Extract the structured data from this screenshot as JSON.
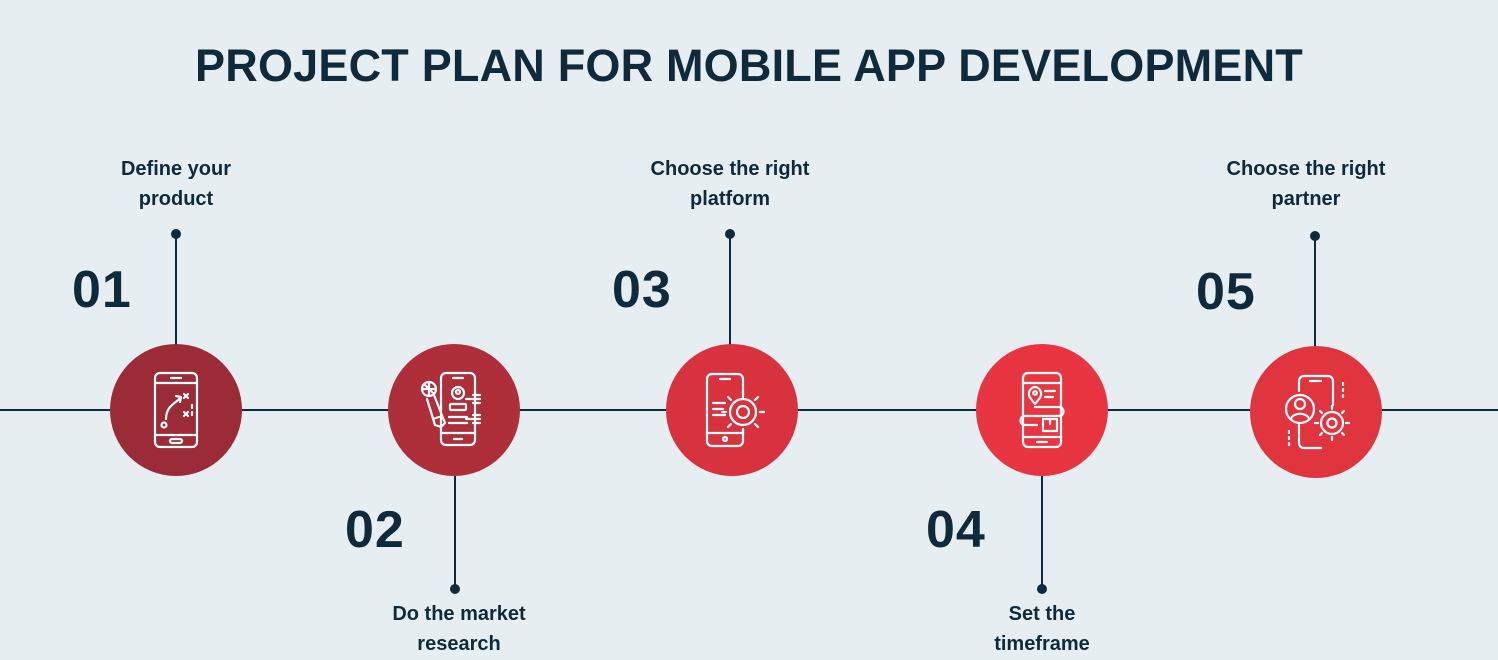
{
  "title": "PROJECT PLAN FOR MOBILE APP DEVELOPMENT",
  "colors": {
    "background": "#e7eef1",
    "text": "#0e2a3b",
    "step1": "#9a2b37",
    "step2": "#ae2e39",
    "step3": "#d8323f",
    "step4": "#e93541",
    "step5": "#e0343f"
  },
  "steps": [
    {
      "number": "01",
      "label_line1": "Define your",
      "label_line2": "product",
      "icon": "phone-strategy-icon"
    },
    {
      "number": "02",
      "label_line1": "Do the market",
      "label_line2": "research",
      "icon": "phone-research-icon"
    },
    {
      "number": "03",
      "label_line1": "Choose the right",
      "label_line2": "platform",
      "icon": "phone-settings-icon"
    },
    {
      "number": "04",
      "label_line1": "Set the",
      "label_line2": "timeframe",
      "icon": "phone-delivery-icon"
    },
    {
      "number": "05",
      "label_line1": "Choose the right",
      "label_line2": "partner",
      "icon": "phone-partner-icon"
    }
  ]
}
